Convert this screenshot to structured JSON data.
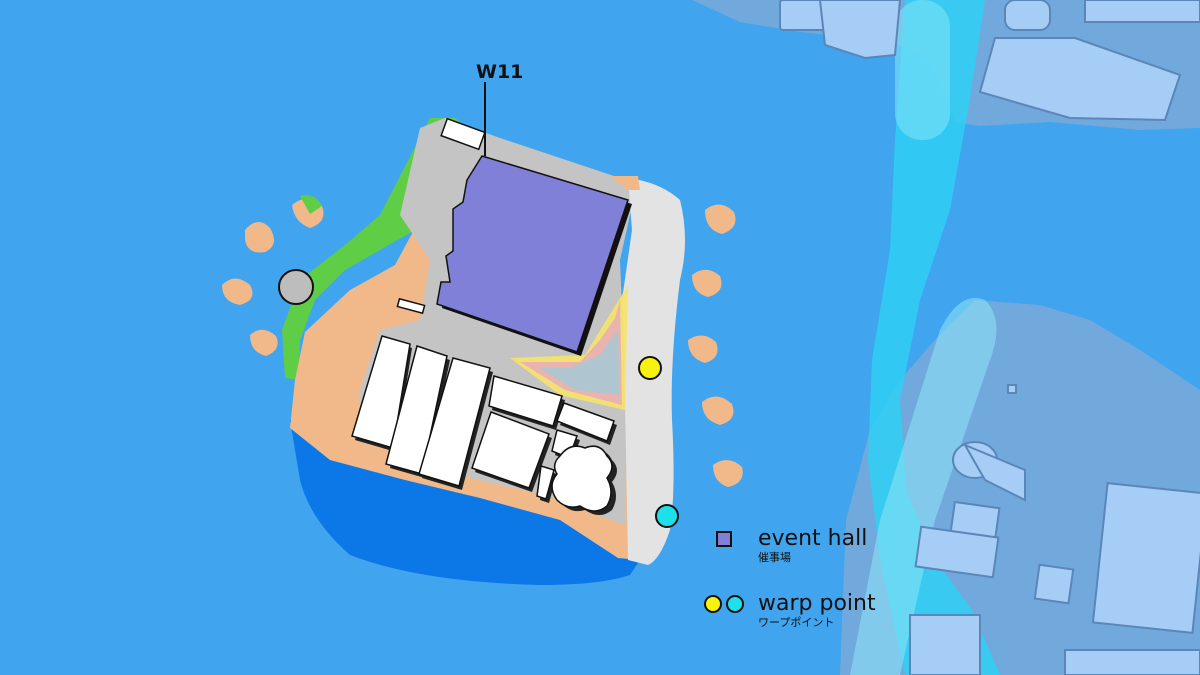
{
  "map": {
    "marker_label": "W11",
    "colors": {
      "sea": "#40a4ee",
      "deep_sea": "#0c78e8",
      "sand": "#f1b98a",
      "grass": "#5fce46",
      "pavement": "#c4c4c4",
      "road": "#e3e3e3",
      "event_hall": "#8080d8",
      "warp_yellow": "#f7f30e",
      "warp_cyan": "#1ee0ea",
      "far_land": "#72a9dc",
      "far_building": "#a6cdf6",
      "river": "#2fd0f5"
    }
  },
  "legend": {
    "event_hall": {
      "label": "event hall",
      "sub": "催事場",
      "icon": "square-icon"
    },
    "warp_point": {
      "label": "warp point",
      "sub": "ワープポイント",
      "icon": "circle-icon"
    }
  }
}
